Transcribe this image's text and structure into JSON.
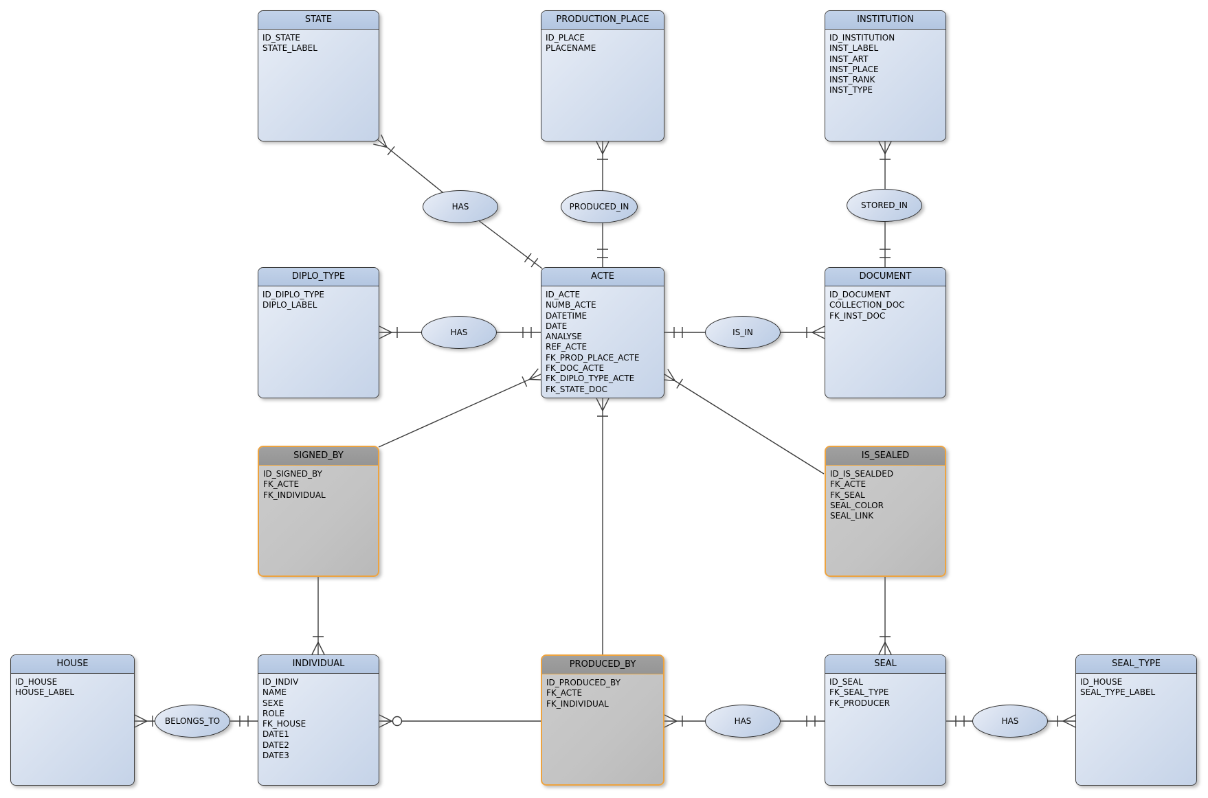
{
  "diagram_type": "entity-relationship",
  "colors": {
    "background": "#ffffff",
    "entity_header_fill": "#b7c9e3",
    "entity_body_fill": "#d9e2f0",
    "entity_border": "#3a3a3a",
    "junction_header_fill": "#9b9b9b",
    "junction_body_fill": "#c3c3c3",
    "junction_border": "#eda33f",
    "relationship_fill": "#cfdaec",
    "connector_line": "#3c3c3c"
  },
  "entities": [
    {
      "name": "STATE",
      "style": "blue",
      "fields": [
        "ID_STATE",
        "STATE_LABEL"
      ]
    },
    {
      "name": "PRODUCTION_PLACE",
      "style": "blue",
      "fields": [
        "ID_PLACE",
        "PLACENAME"
      ]
    },
    {
      "name": "INSTITUTION",
      "style": "blue",
      "fields": [
        "ID_INSTITUTION",
        "INST_LABEL",
        "INST_ART",
        "INST_PLACE",
        "INST_RANK",
        "INST_TYPE"
      ]
    },
    {
      "name": "DIPLO_TYPE",
      "style": "blue",
      "fields": [
        "ID_DIPLO_TYPE",
        "DIPLO_LABEL"
      ]
    },
    {
      "name": "ACTE",
      "style": "blue",
      "fields": [
        "ID_ACTE",
        "NUMB_ACTE",
        "DATETIME",
        "DATE",
        "ANALYSE",
        "REF_ACTE",
        "FK_PROD_PLACE_ACTE",
        "FK_DOC_ACTE",
        "FK_DIPLO_TYPE_ACTE",
        "FK_STATE_DOC"
      ]
    },
    {
      "name": "DOCUMENT",
      "style": "blue",
      "fields": [
        "ID_DOCUMENT",
        "COLLECTION_DOC",
        "FK_INST_DOC"
      ]
    },
    {
      "name": "SIGNED_BY",
      "style": "gray",
      "fields": [
        "ID_SIGNED_BY",
        "FK_ACTE",
        "FK_INDIVIDUAL"
      ]
    },
    {
      "name": "IS_SEALED",
      "style": "gray",
      "fields": [
        "ID_IS_SEALDED",
        "FK_ACTE",
        "FK_SEAL",
        "SEAL_COLOR",
        "SEAL_LINK"
      ]
    },
    {
      "name": "HOUSE",
      "style": "blue",
      "fields": [
        "ID_HOUSE",
        "HOUSE_LABEL"
      ]
    },
    {
      "name": "INDIVIDUAL",
      "style": "blue",
      "fields": [
        "ID_INDIV",
        "NAME",
        "SEXE",
        "ROLE",
        "FK_HOUSE",
        "DATE1",
        "DATE2",
        "DATE3"
      ]
    },
    {
      "name": "PRODUCED_BY",
      "style": "gray",
      "fields": [
        "ID_PRODUCED_BY",
        "FK_ACTE",
        "FK_INDIVIDUAL"
      ]
    },
    {
      "name": "SEAL",
      "style": "blue",
      "fields": [
        "ID_SEAL",
        "FK_SEAL_TYPE",
        "FK_PRODUCER"
      ]
    },
    {
      "name": "SEAL_TYPE",
      "style": "blue",
      "fields": [
        "ID_HOUSE",
        "SEAL_TYPE_LABEL"
      ]
    }
  ],
  "relationships": [
    {
      "label": "HAS",
      "connects": [
        "STATE",
        "ACTE"
      ]
    },
    {
      "label": "PRODUCED_IN",
      "connects": [
        "PRODUCTION_PLACE",
        "ACTE"
      ]
    },
    {
      "label": "STORED_IN",
      "connects": [
        "INSTITUTION",
        "DOCUMENT"
      ]
    },
    {
      "label": "HAS",
      "connects": [
        "DIPLO_TYPE",
        "ACTE"
      ]
    },
    {
      "label": "IS_IN",
      "connects": [
        "ACTE",
        "DOCUMENT"
      ]
    },
    {
      "label": "BELONGS_TO",
      "connects": [
        "HOUSE",
        "INDIVIDUAL"
      ]
    },
    {
      "label": "HAS",
      "connects": [
        "PRODUCED_BY",
        "SEAL"
      ]
    },
    {
      "label": "HAS",
      "connects": [
        "SEAL",
        "SEAL_TYPE"
      ]
    }
  ]
}
